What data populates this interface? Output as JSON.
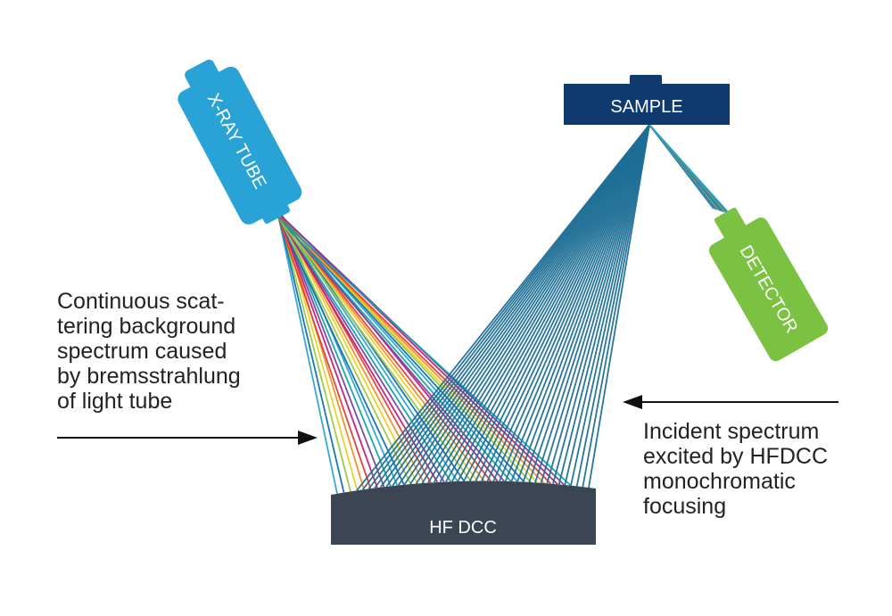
{
  "components": {
    "xray_tube": {
      "label": "X-RAY TUBE",
      "color": "#29a3d6"
    },
    "sample": {
      "label": "SAMPLE",
      "color": "#0f3a6e"
    },
    "detector": {
      "label": "DETECTOR",
      "color": "#7cc242"
    },
    "crystal": {
      "label": "HF DCC",
      "color": "#3b4554"
    }
  },
  "annotations": {
    "left": {
      "lines": [
        "Continuous scat-",
        "tering background",
        "spectrum caused",
        "by bremsstrahlung",
        "of light tube"
      ],
      "arrow_direction": "right"
    },
    "right": {
      "lines": [
        "Incident spectrum",
        "excited by HFDCC",
        "monochromatic",
        "focusing"
      ],
      "arrow_direction": "left"
    }
  },
  "beams": {
    "source_rainbow_colors": [
      "#29a3d6",
      "#0f6fb0",
      "#9ac83c",
      "#e8d21d",
      "#f28c28",
      "#e63a2f",
      "#c2187a",
      "#7a3fa0",
      "#0aa6a6"
    ],
    "focused_color": "#1d6f96",
    "detector_beam_colors": [
      "#1d6f96",
      "#29a3d6",
      "#7a3fa0",
      "#0aa6a6",
      "#9ac83c"
    ]
  }
}
